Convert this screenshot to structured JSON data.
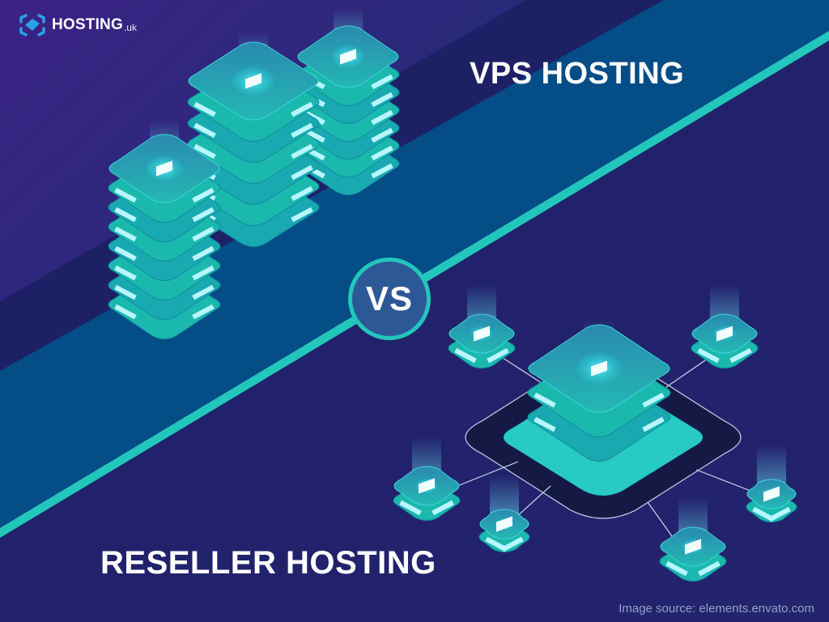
{
  "brand": {
    "logo_icon": "focus-square-icon",
    "name": "HOSTING",
    "suffix": ".uk"
  },
  "headings": {
    "top": "VPS HOSTING",
    "bottom": "RESELLER HOSTING",
    "versus": "VS"
  },
  "illustrations": {
    "top": "three isometric server rack towers",
    "bottom": "central isometric server connected to six satellite server nodes"
  },
  "footer": {
    "source_credit": "Image source: elements.envato.com"
  },
  "colors": {
    "accent_teal": "#23c6bb",
    "band_blue": "#044d86",
    "navy": "#1f2368",
    "purple": "#3a2382",
    "vs_fill": "#2d5896",
    "server_teal": "#19c3b4",
    "server_top": "#2aa9b8",
    "glow": "#d8fbff"
  }
}
